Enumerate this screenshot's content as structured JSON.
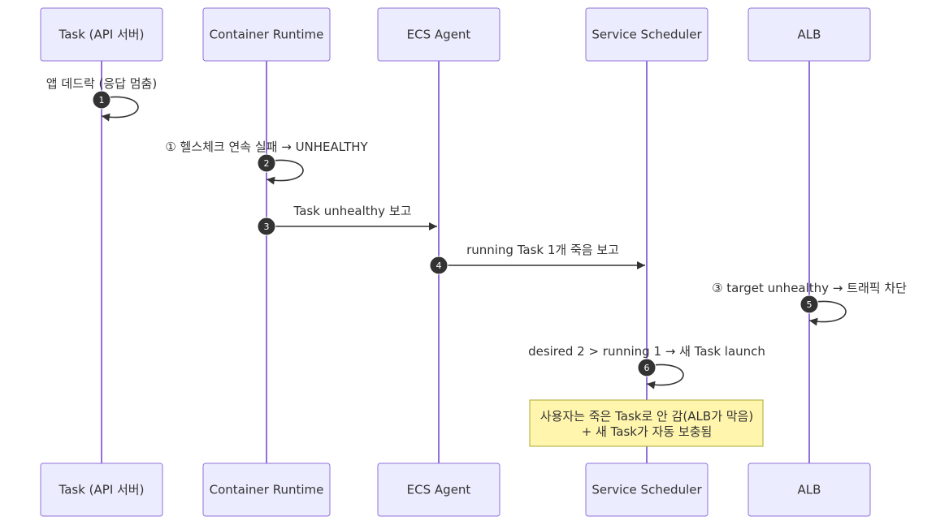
{
  "participants": [
    {
      "id": "task",
      "label": "Task (API 서버)"
    },
    {
      "id": "runtime",
      "label": "Container Runtime"
    },
    {
      "id": "agent",
      "label": "ECS Agent"
    },
    {
      "id": "scheduler",
      "label": "Service Scheduler"
    },
    {
      "id": "alb",
      "label": "ALB"
    }
  ],
  "messages": [
    {
      "number": "1",
      "from": "task",
      "to": "task",
      "label": "앱 데드락 (응답 멈춤)"
    },
    {
      "number": "2",
      "from": "runtime",
      "to": "runtime",
      "label": "① 헬스체크 연속 실패 → UNHEALTHY"
    },
    {
      "number": "3",
      "from": "runtime",
      "to": "agent",
      "label": "Task unhealthy 보고"
    },
    {
      "number": "4",
      "from": "agent",
      "to": "scheduler",
      "label": "running Task 1개 죽음 보고"
    },
    {
      "number": "5",
      "from": "alb",
      "to": "alb",
      "label": "③ target unhealthy → 트래픽 차단"
    },
    {
      "number": "6",
      "from": "scheduler",
      "to": "scheduler",
      "label": "desired 2 > running 1 → 새 Task launch"
    }
  ],
  "note": {
    "over": "scheduler",
    "lines": [
      "사용자는 죽은 Task로 안 감(ALB가 막음)",
      "+ 새 Task가 자동 보충됨"
    ]
  },
  "colors": {
    "actor_fill": "#ECECFF",
    "actor_stroke": "#9370DB",
    "lifeline": "#9370DB",
    "message": "#333333",
    "badge": "#333333",
    "badge_text": "#ffffff",
    "text": "#333333",
    "note_fill": "#FFF5AD",
    "note_stroke": "#AAAA33"
  }
}
